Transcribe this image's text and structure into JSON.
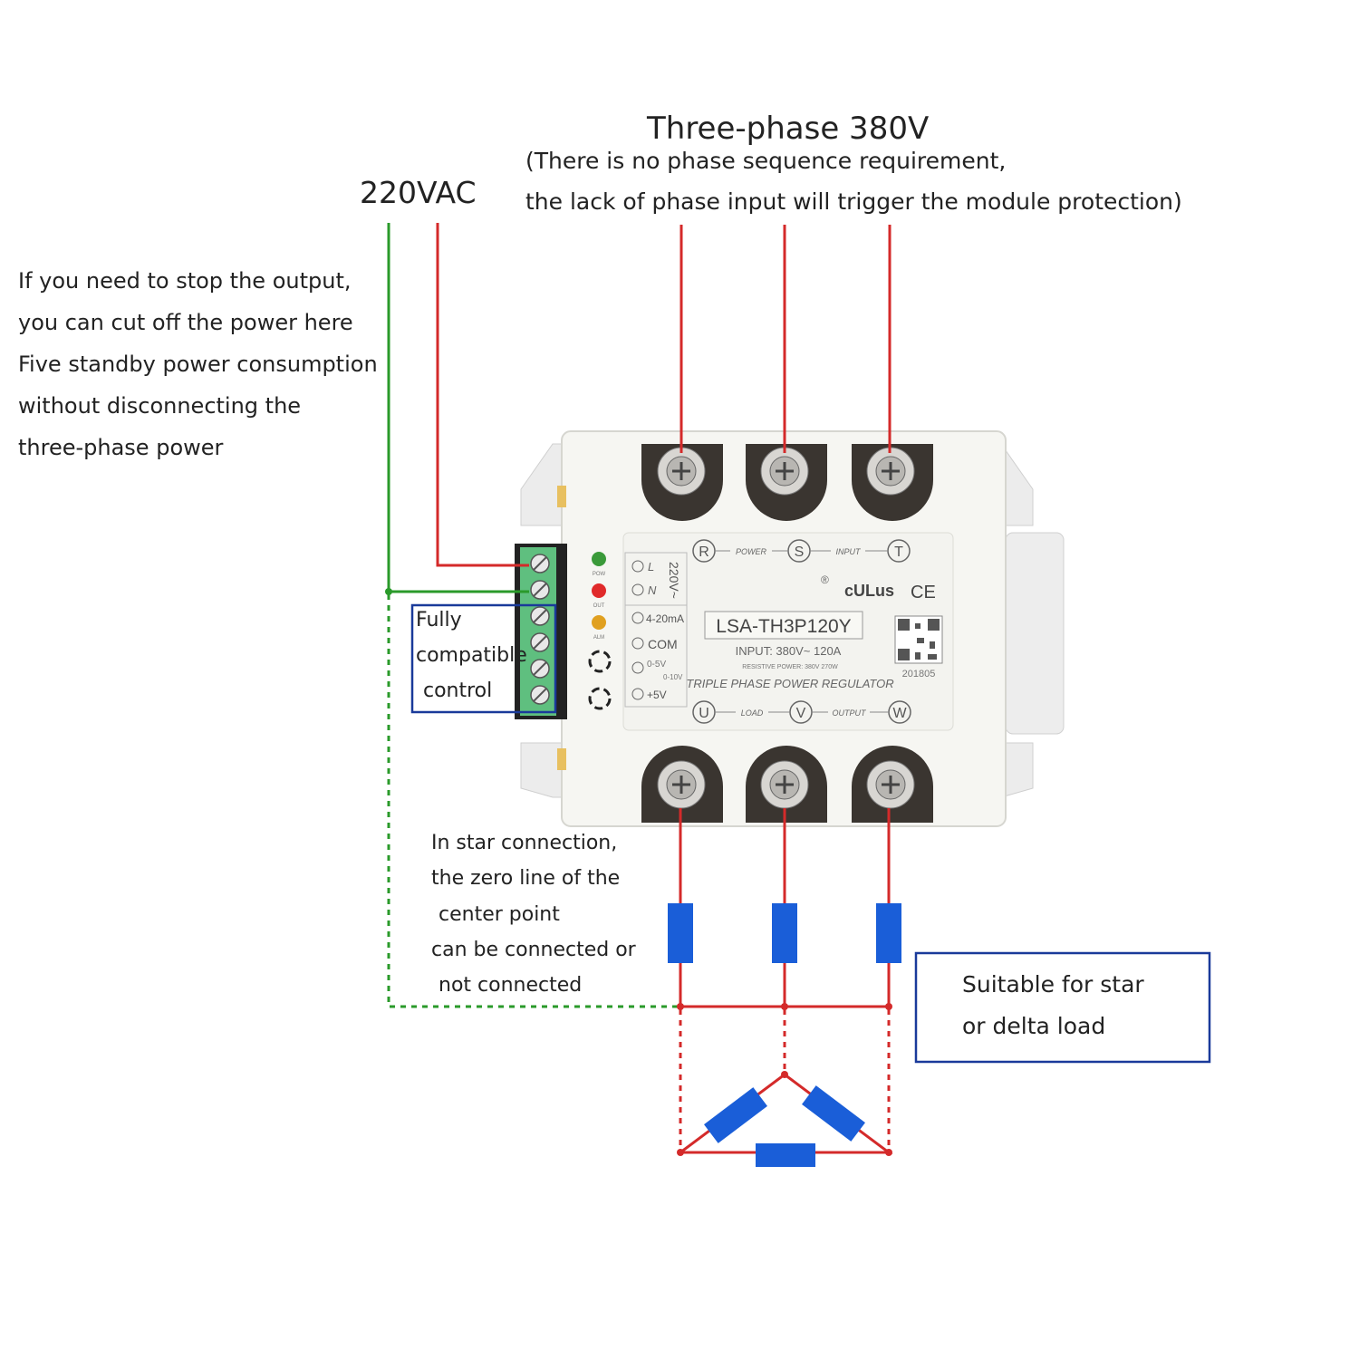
{
  "header": {
    "title": "Three-phase 380V",
    "subtitle_line1": "(There is no phase sequence requirement,",
    "subtitle_line2": "the lack of phase input will trigger the module protection)"
  },
  "supply_label": "220VAC",
  "stop_note": [
    "If you need to stop the output,",
    "you can cut off the power here",
    "Five standby power consumption",
    "without disconnecting the",
    "three-phase power"
  ],
  "control_box": [
    "Fully",
    "compatible",
    "control"
  ],
  "star_note": [
    "In star connection,",
    "the zero line of the",
    "center point",
    "can be connected or",
    "not connected"
  ],
  "load_box": [
    "Suitable for star",
    "or delta load"
  ],
  "device": {
    "model": "LSA-TH3P120Y",
    "input_rating": "INPUT:  380V~ 120A",
    "resistive_power": "RESISTIVE POWER: 380V 270W",
    "name": "TRIPLE PHASE POWER REGULATOR",
    "date_code": "201805",
    "top_terminals": [
      "R",
      "S",
      "T"
    ],
    "top_terminal_labels": [
      "POWER",
      "INPUT"
    ],
    "bottom_terminals": [
      "U",
      "V",
      "W"
    ],
    "bottom_terminal_labels": [
      "LOAD",
      "OUTPUT"
    ],
    "control_pins": [
      "L",
      "N",
      "4-20mA",
      "COM",
      "0-5V",
      "0-10V",
      "+5V"
    ],
    "supply_marking": "220V~",
    "leds": [
      {
        "label": "POW",
        "color": "#3a9a3a"
      },
      {
        "label": "OUT",
        "color": "#e02a2a"
      },
      {
        "label": "ALM",
        "color": "#e0a020"
      }
    ],
    "certifications": [
      "®",
      "cULus",
      "CE"
    ]
  },
  "colors": {
    "phase_wire": "#d42a2a",
    "neutral_wire": "#2a9a2a",
    "load_resistor": "#1a5ed8",
    "box_border": "#1a3a9a",
    "terminal_block": "#5fbf7f"
  }
}
